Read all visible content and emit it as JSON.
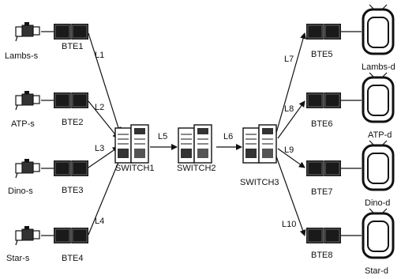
{
  "sources": [
    "Lambs-s",
    "ATP-s",
    "Dino-s",
    "Star-s"
  ],
  "source_btes": [
    "BTE1",
    "BTE2",
    "BTE3",
    "BTE4"
  ],
  "switches": [
    "SWITCH1",
    "SWITCH2",
    "SWITCH3"
  ],
  "dest_btes": [
    "BTE5",
    "BTE6",
    "BTE7",
    "BTE8"
  ],
  "destinations": [
    "Lambs-d",
    "ATP-d",
    "Dino-d",
    "Star-d"
  ],
  "link_labels": {
    "in": [
      "L1",
      "L2",
      "L3",
      "L4"
    ],
    "core": [
      "L5",
      "L6"
    ],
    "out": [
      "L7",
      "L8",
      "L9",
      "L10"
    ]
  },
  "icons": {
    "source": "video-camera-icon",
    "bte": "bte-device-icon",
    "switch": "network-switch-icon",
    "destination": "tv-monitor-icon"
  }
}
